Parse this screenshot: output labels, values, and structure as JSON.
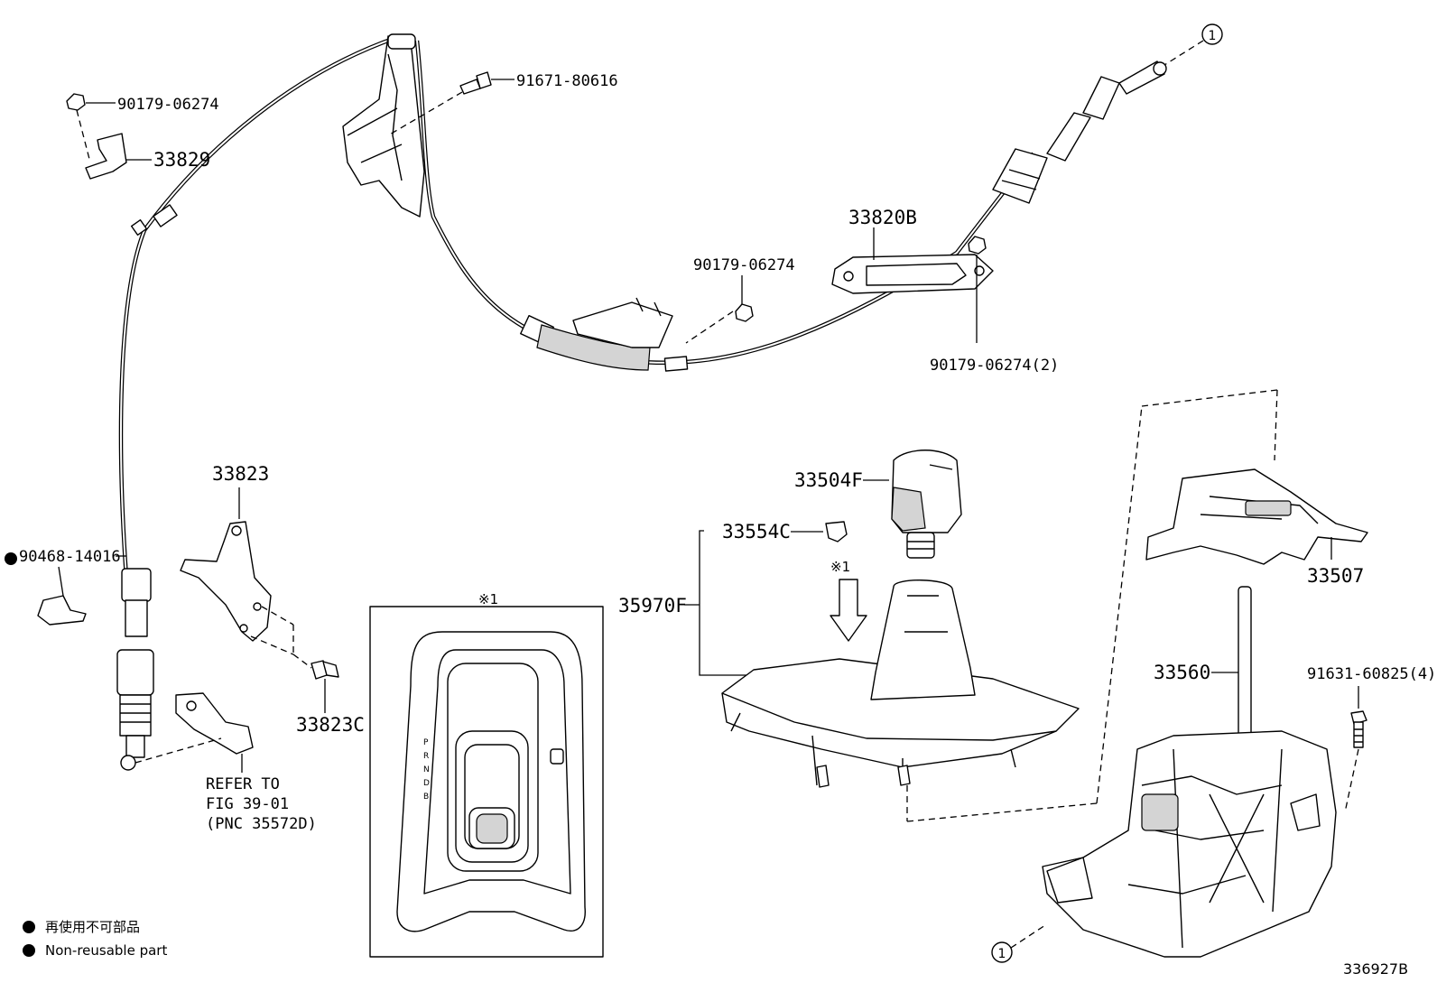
{
  "labels": {
    "p90179_06274_a": "90179-06274",
    "p33829": "33829",
    "p91671_80616": "91671-80616",
    "p33820B": "33820B",
    "p90179_06274_b": "90179-06274",
    "p90179_06274_2": "90179-06274(2)",
    "p33823": "33823",
    "p90468_14016": "90468-14016",
    "p33823C": "33823C",
    "refer_line1": "REFER TO",
    "refer_line2": "FIG 39-01",
    "refer_line3": "(PNC 35572D)",
    "p33504F": "33504F",
    "p33554C": "33554C",
    "p35970F": "35970F",
    "p33507": "33507",
    "p33560": "33560",
    "p91631_60825_4": "91631-60825(4)",
    "note_mark": "※1",
    "circle_ref": "1",
    "gear_p": "P",
    "gear_r": "R",
    "gear_n": "N",
    "gear_d": "D",
    "gear_b": "B"
  },
  "legend": {
    "jp": "再使用不可部品",
    "en": "Non-reusable part"
  },
  "figure_id": "336927B"
}
